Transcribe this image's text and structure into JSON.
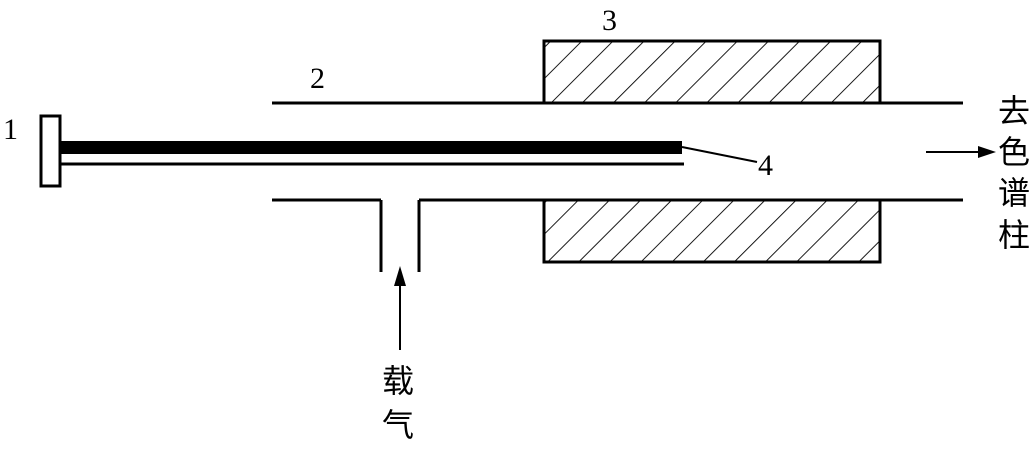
{
  "labels": {
    "part1": "1",
    "part2": "2",
    "part3": "3",
    "part4": "4",
    "outlet": [
      "去",
      "色",
      "谱",
      "柱"
    ],
    "inlet": [
      "载",
      "气"
    ]
  },
  "colors": {
    "ink": "#000000",
    "background": "#ffffff"
  }
}
